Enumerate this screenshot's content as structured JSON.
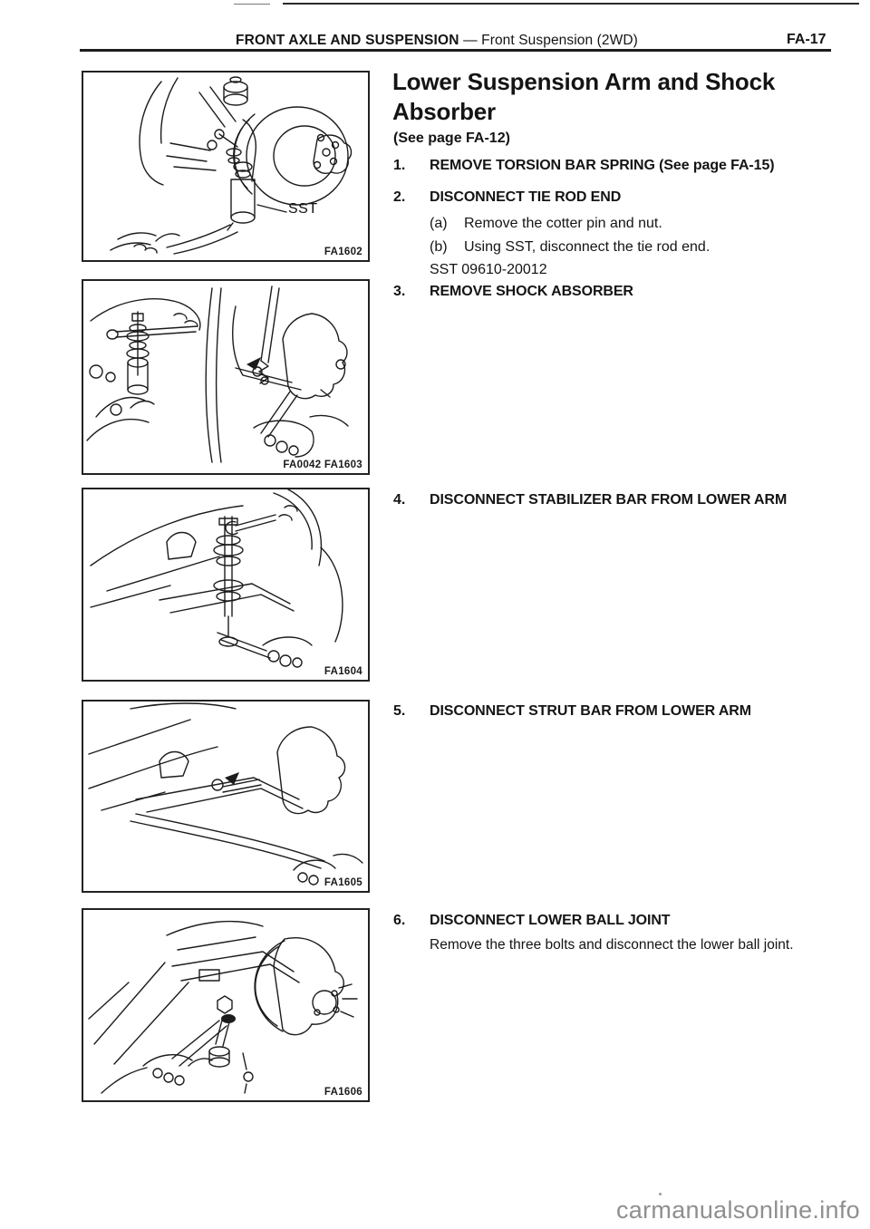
{
  "header": {
    "section_bold": "FRONT AXLE AND SUSPENSION",
    "section_rest": "— Front Suspension (2WD)",
    "page_number": "FA-17"
  },
  "title": "Lower Suspension Arm and Shock Absorber",
  "subtitle": "(See page FA-12)",
  "steps": [
    {
      "num": "1.",
      "heading": "REMOVE TORSION BAR SPRING (See page FA-15)"
    },
    {
      "num": "2.",
      "heading": "DISCONNECT TIE ROD END",
      "substeps": [
        {
          "label": "(a)",
          "text": "Remove the cotter pin and nut."
        },
        {
          "label": "(b)",
          "text": "Using SST, disconnect the tie rod end."
        }
      ],
      "tool_note": "SST 09610-20012"
    },
    {
      "num": "3.",
      "heading": "REMOVE SHOCK ABSORBER"
    },
    {
      "num": "4.",
      "heading": "DISCONNECT STABILIZER BAR FROM LOWER ARM"
    },
    {
      "num": "5.",
      "heading": "DISCONNECT STRUT BAR FROM LOWER ARM"
    },
    {
      "num": "6.",
      "heading": "DISCONNECT LOWER BALL JOINT",
      "body": "Remove the three bolts and disconnect the lower ball joint."
    }
  ],
  "figures": [
    {
      "code": "FA1602",
      "annotation": "SST"
    },
    {
      "code": "FA0042 FA1603"
    },
    {
      "code": "FA1604"
    },
    {
      "code": "FA1605"
    },
    {
      "code": "FA1606"
    }
  ],
  "watermark": "carmanualsonline.info"
}
